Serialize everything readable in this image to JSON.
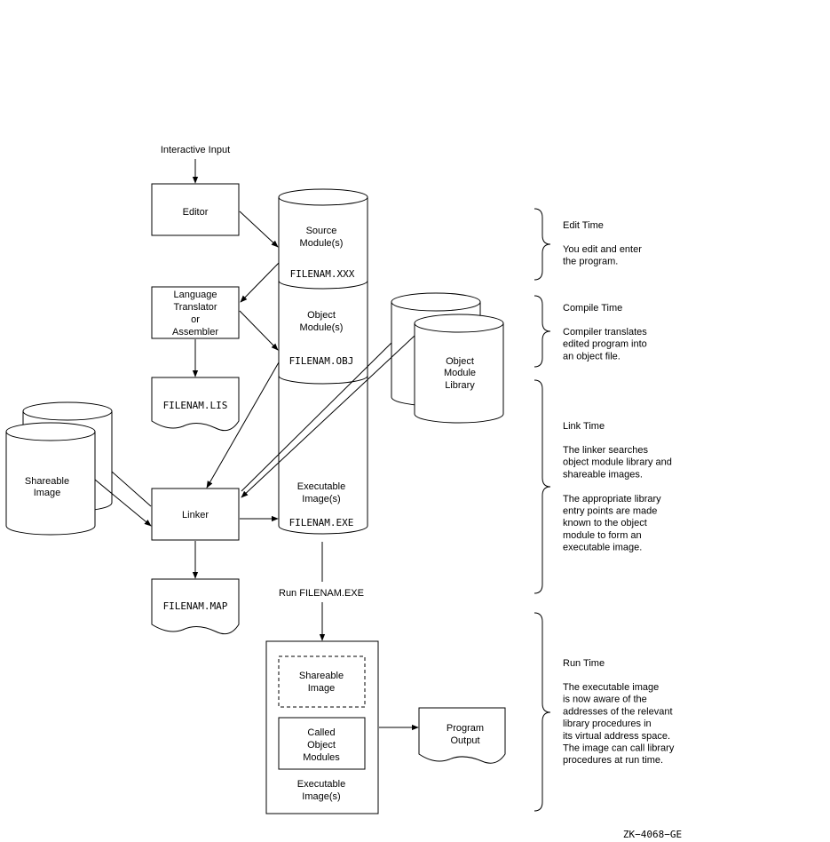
{
  "flow": {
    "interactive_input": "Interactive Input",
    "editor": "Editor",
    "translator": [
      "Language",
      "Translator",
      "or",
      "Assembler"
    ],
    "lis_file": "FILENAM.LIS",
    "linker": "Linker",
    "map_file": "FILENAM.MAP",
    "run_label": "Run  FILENAM.EXE"
  },
  "column": {
    "source": [
      "Source",
      "Module(s)"
    ],
    "source_file": "FILENAM.XXX",
    "object": [
      "Object",
      "Module(s)"
    ],
    "object_file": "FILENAM.OBJ",
    "executable": [
      "Executable",
      "Image(s)"
    ],
    "exe_file": "FILENAM.EXE"
  },
  "libraries": {
    "object_library": [
      "Object",
      "Module",
      "Library"
    ],
    "shareable_image": [
      "Shareable",
      "Image"
    ]
  },
  "runtime": {
    "shareable_image": [
      "Shareable",
      "Image"
    ],
    "called_modules": [
      "Called",
      "Object",
      "Modules"
    ],
    "executable": [
      "Executable",
      "Image(s)"
    ],
    "program_output": [
      "Program",
      "Output"
    ]
  },
  "phases": {
    "edit": {
      "title": "Edit Time",
      "lines": [
        "You edit and enter",
        "the program."
      ]
    },
    "compile": {
      "title": "Compile Time",
      "lines": [
        "Compiler translates",
        "edited program into",
        "an object file."
      ]
    },
    "link": {
      "title": "Link Time",
      "lines": [
        "The linker searches",
        "object module library and",
        "shareable images.",
        "",
        "The appropriate library",
        "entry points are made",
        "known to the object",
        "module to form an",
        "executable image."
      ]
    },
    "run": {
      "title": "Run Time",
      "lines": [
        "The executable image",
        "is now aware of the",
        "addresses of the relevant",
        "library procedures in",
        "its virtual address space.",
        "The image can call library",
        "procedures at run time."
      ]
    }
  },
  "figure_id": "ZK−4068−GE"
}
